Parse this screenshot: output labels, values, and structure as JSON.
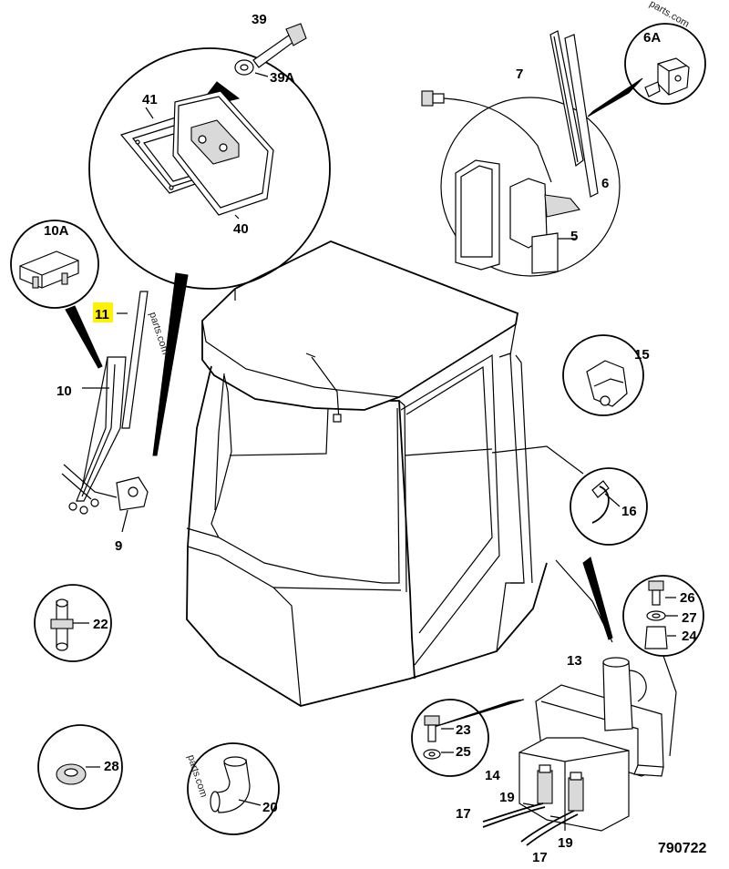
{
  "drawing_number": "790722",
  "watermark": "parts.com",
  "watermark_alt": "parts.com",
  "highlight_color": "#fff200",
  "labels": {
    "p39": "39",
    "p39A": "39A",
    "p41": "41",
    "p40": "40",
    "p10A": "10A",
    "p11": "11",
    "p10": "10",
    "p9": "9",
    "p7": "7",
    "p6A": "6A",
    "p6": "6",
    "p5": "5",
    "p15": "15",
    "p16": "16",
    "p22": "22",
    "p26": "26",
    "p27": "27",
    "p24": "24",
    "p13": "13",
    "p23": "23",
    "p25": "25",
    "p14": "14",
    "p19a": "19",
    "p19b": "19",
    "p17a": "17",
    "p17b": "17",
    "p28": "28",
    "p20": "20"
  }
}
